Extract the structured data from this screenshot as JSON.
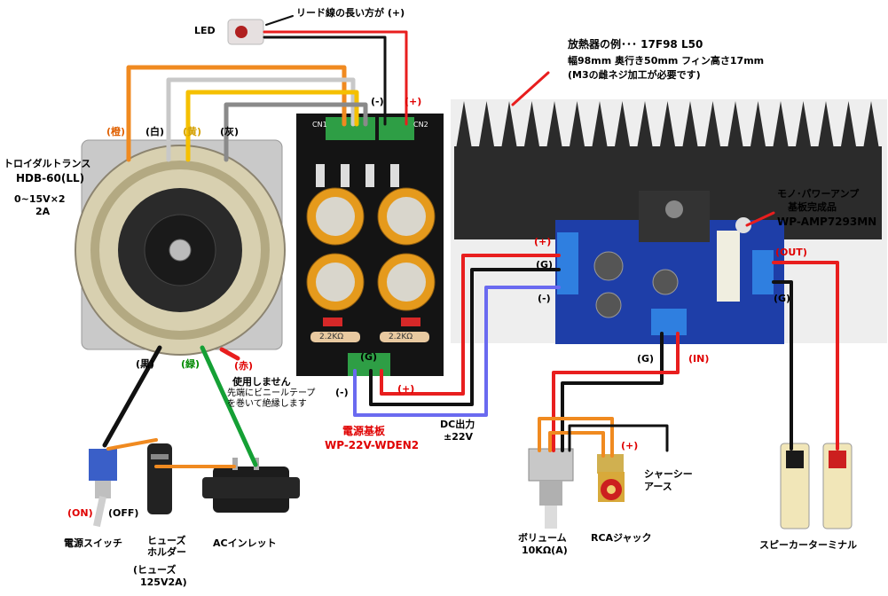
{
  "colors": {
    "orange": "#f08a20",
    "white_wire": "#c8c8c8",
    "yellow": "#f5c000",
    "gray": "#8a8a8a",
    "red": "#e81e1e",
    "black": "#111111",
    "green": "#15a035",
    "blue": "#6a6af0",
    "board_blue": "#1e3ea8",
    "board_black": "#141414",
    "heatsink": "#2b2b2b"
  },
  "led": {
    "label": "LED",
    "note_text": "リード線の長い方が",
    "note_plus": "(+)"
  },
  "heatsink": {
    "line1": "放熱器の例･･･ 17F98 L50",
    "line2": "幅98mm 奥行き50mm フィン高さ17mm",
    "line3": "(M3の雌ネジ加工が必要です)"
  },
  "transformer": {
    "name": "トロイダルトランス",
    "model": "HDB-60(LL)",
    "spec1": "0~15V×2",
    "spec2": "2A"
  },
  "wire_labels": {
    "orange": "(橙)",
    "white": "(白)",
    "yellow": "(黄)",
    "gray": "(灰)",
    "black": "(黒)",
    "green": "(緑)",
    "red": "(赤)"
  },
  "unused": {
    "line1": "使用しません",
    "line2": "先端にビニールテープ",
    "line3": "を巻いて絶縁します"
  },
  "power_board": {
    "name": "電源基板",
    "model": "WP-22V-WDEN2",
    "minus_top": "(-)",
    "plus_top": "(+)",
    "g_bottom": "(G)",
    "minus_bottom": "(-)",
    "plus_bottom": "(+)",
    "cn1": "CN1",
    "cn2": "CN2",
    "r_left": "2.2KΩ",
    "r_right": "2.2KΩ"
  },
  "dc_out": {
    "line1": "DC出力",
    "line2": "±22V"
  },
  "amp": {
    "line1": "モノ･パワーアンプ",
    "line2": "基板完成品",
    "model": "WP-AMP7293MN",
    "plus": "(+)",
    "g": "(G)",
    "minus": "(-)",
    "out": "(OUT)",
    "g_right": "(G)",
    "g_in": "(G)",
    "in": "(IN)"
  },
  "switch": {
    "name": "電源スイッチ",
    "on": "(ON)",
    "off": "(OFF)"
  },
  "fuse": {
    "line1": "ヒューズ",
    "line2": "ホルダー",
    "line3": "(ヒューズ",
    "line4": "125V2A)"
  },
  "ac_inlet": {
    "name": "ACインレット"
  },
  "volume": {
    "line1": "ボリューム",
    "line2": "10KΩ(A)"
  },
  "rca": {
    "name": "RCAジャック",
    "plus": "(+)"
  },
  "chassis": {
    "line1": "シャーシー",
    "line2": "アース"
  },
  "speaker": {
    "name": "スピーカーターミナル"
  }
}
